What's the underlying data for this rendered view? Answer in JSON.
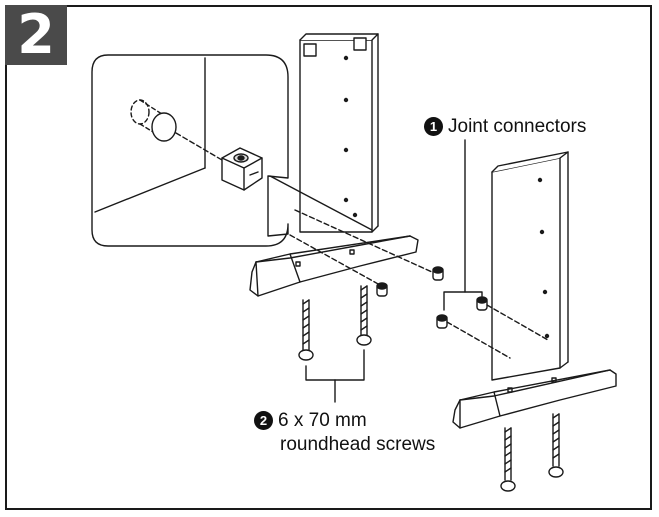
{
  "step": {
    "number": "2",
    "badge_color": "#4a4a4a"
  },
  "labels": {
    "joint_connectors": {
      "marker": "1",
      "text": "Joint connectors"
    },
    "screws": {
      "marker": "2",
      "line1": "6 x 70 mm",
      "line2": "roundhead screws"
    }
  },
  "illustration": {
    "line_color": "#1a1a1a",
    "part_fill": "#ffffff",
    "shade": "#d8d8d8"
  }
}
